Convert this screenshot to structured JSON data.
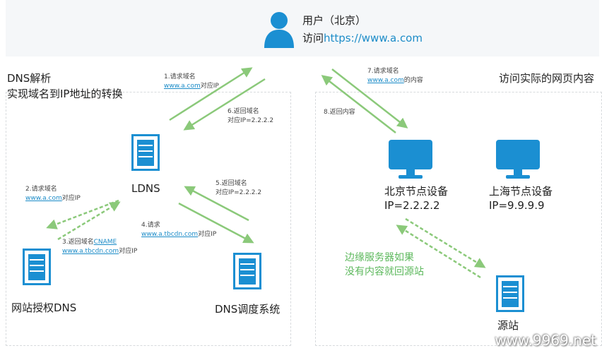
{
  "user": {
    "name": "用户（北京）",
    "visit_prefix": "访问",
    "visit_url": "https://www.a.com"
  },
  "left_title": {
    "line1": "DNS解析",
    "line2": "实现域名到IP地址的转换"
  },
  "right_title": "访问实际的网页内容",
  "nodes": {
    "ldns": "LDNS",
    "auth_dns": "网站授权DNS",
    "sched_dns": "DNS调度系统",
    "beijing": {
      "name": "北京节点设备",
      "ip": "IP=2.2.2.2"
    },
    "shanghai": {
      "name": "上海节点设备",
      "ip": "IP=9.9.9.9"
    },
    "origin": "源站"
  },
  "steps": {
    "s1": {
      "line1": "1.请求域名",
      "link": "www.a.com",
      "suffix": "对应IP"
    },
    "s2": {
      "line1": "2.请求域名",
      "link": "www.a.com",
      "suffix": "对应IP"
    },
    "s3": {
      "prefix": "3.返回域名",
      "cname": "CNAME",
      "link": "www.a.tbcdn.com",
      "suffix": "对应IP"
    },
    "s4": {
      "line1": "4.请求",
      "link": "www.a.tbcdn.com",
      "suffix": "对应IP"
    },
    "s5": {
      "line1": "5.返回域名",
      "line2": "对应IP=2.2.2.2"
    },
    "s6": {
      "line1": "6.返回域名",
      "line2": "对应IP=2.2.2.2"
    },
    "s7": {
      "line1": "7.请求域名",
      "link": "www.a.com",
      "suffix": "的内容"
    },
    "s8": {
      "line1": "8.返回内容"
    }
  },
  "edge_note": {
    "line1": "边缘服务器如果",
    "line2": "没有内容就回源站"
  },
  "watermark": "www.9969.net",
  "colors": {
    "arrow": "#8bc97a",
    "icon": "#1b8fd2",
    "link": "#1c8cc8"
  }
}
